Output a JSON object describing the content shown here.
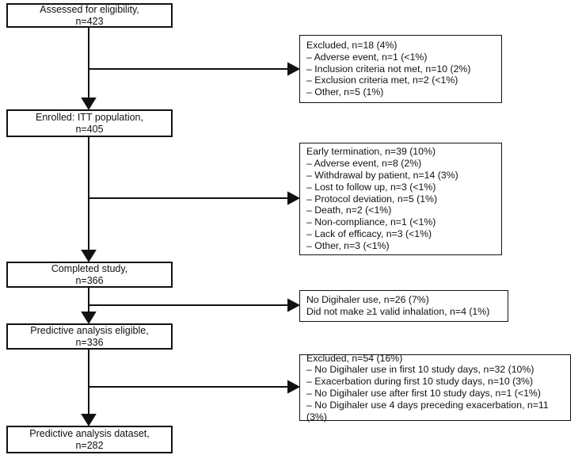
{
  "colors": {
    "line": "#111111",
    "box_border": "#111111",
    "background": "#ffffff",
    "text": "#111111"
  },
  "flow": {
    "main_boxes": [
      {
        "label": "Assessed for eligibility,\nn=423"
      },
      {
        "label": "Enrolled: ITT population,\nn=405"
      },
      {
        "label": "Completed study,\nn=366"
      },
      {
        "label": "Predictive analysis eligible,\nn=336"
      },
      {
        "label": "Predictive analysis dataset,\nn=282"
      }
    ],
    "side_boxes": [
      {
        "text": "Excluded, n=18 (4%)\n– Adverse event, n=1 (<1%)\n– Inclusion criteria not met, n=10 (2%)\n– Exclusion criteria met, n=2 (<1%)\n– Other, n=5 (1%)"
      },
      {
        "text": "Early termination, n=39 (10%)\n– Adverse event, n=8 (2%)\n– Withdrawal by patient, n=14 (3%)\n– Lost to follow up, n=3 (<1%)\n– Protocol deviation, n=5 (1%)\n– Death, n=2 (<1%)\n– Non-compliance, n=1 (<1%)\n– Lack of efficacy, n=3 (<1%)\n– Other, n=3 (<1%)"
      },
      {
        "text": "No Digihaler use, n=26 (7%)\nDid not make ≥1 valid inhalation, n=4 (1%)"
      },
      {
        "text": "Excluded, n=54 (16%)\n– No Digihaler use in first 10 study days, n=32 (10%)\n– Exacerbation during first 10 study days, n=10 (3%)\n– No Digihaler use after first 10 study days, n=1 (<1%)\n– No Digihaler use 4 days preceding exacerbation, n=11 (3%)"
      }
    ]
  }
}
